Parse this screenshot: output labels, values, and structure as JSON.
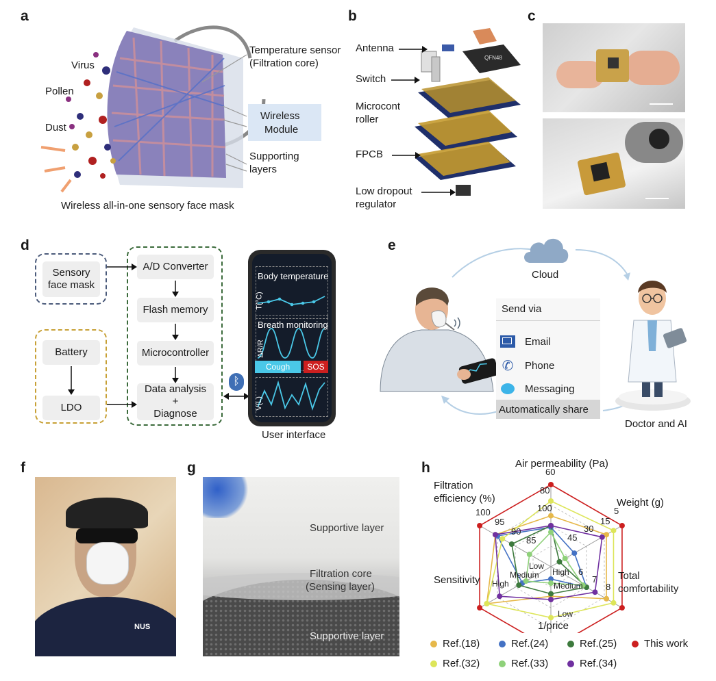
{
  "panels": {
    "a": "a",
    "b": "b",
    "c": "c",
    "d": "d",
    "e": "e",
    "f": "f",
    "g": "g",
    "h": "h"
  },
  "panel_a": {
    "virus": "Virus",
    "pollen": "Pollen",
    "dust": "Dust",
    "temperature_sensor": "Temperature sensor",
    "filtration_core": "(Filtration core)",
    "wireless": "Wireless",
    "module": "Module",
    "supporting": "Supporting",
    "layers": "layers",
    "caption": "Wireless all-in-one sensory face mask"
  },
  "panel_b": {
    "antenna": "Antenna",
    "switch": "Switch",
    "microcont": "Microcont",
    "roller": "roller",
    "fpcb": "FPCB",
    "low_dropout": "Low dropout",
    "regulator": "regulator",
    "chip_text": "QFN48"
  },
  "panel_d": {
    "sensory": "Sensory",
    "face_mask": "face mask",
    "battery": "Battery",
    "ldo": "LDO",
    "ad_converter": "A/D Converter",
    "flash_memory": "Flash memory",
    "microcontroller": "Microcontroller",
    "data_analysis": "Data analysis",
    "plus": "+",
    "diagnose": "Diagnose",
    "phone": {
      "body_temperature": "Body temperature",
      "temp_axis": "T(°C)",
      "breath_monitoring": "Breath monitoring",
      "breath_axis": "ΔR/R",
      "cough": "Cough",
      "sos": "SOS",
      "v_axis": "V(L)"
    },
    "user_interface": "User interface"
  },
  "panel_e": {
    "cloud": "Cloud",
    "send_via": "Send via",
    "email": "Email",
    "phone": "Phone",
    "messaging": "Messaging",
    "automatically_share": "Automatically share",
    "doctor_ai": "Doctor and AI"
  },
  "panel_f": {
    "badge": "NUS"
  },
  "panel_g": {
    "supportive_top": "Supportive layer",
    "filtration_core": "Filtration core",
    "sensing_layer": "(Sensing layer)",
    "supportive_bottom": "Supportive layer"
  },
  "chart_data": {
    "type": "radar",
    "axes": [
      {
        "name": "Air permeability (Pa)",
        "ticks": [
          "60",
          "80",
          "100"
        ]
      },
      {
        "name": "Weight (g)",
        "ticks": [
          "5",
          "15",
          "30",
          "45"
        ]
      },
      {
        "name": "Total comfortability",
        "ticks": [
          "8",
          "7",
          "6"
        ]
      },
      {
        "name": "1/price",
        "ticks": [
          "Low",
          "Medium",
          "High"
        ]
      },
      {
        "name": "Sensitivity",
        "ticks": [
          "High",
          "Medium",
          "Low"
        ]
      },
      {
        "name": "Filtration efficiency (%)",
        "ticks": [
          "100",
          "95",
          "90",
          "85"
        ]
      }
    ],
    "axis_label_lines": {
      "air": "Air permeability (Pa)",
      "weight": "Weight (g)",
      "comfort_1": "Total",
      "comfort_2": "comfortability",
      "price": "1/price",
      "sensitivity": "Sensitivity",
      "filtration_1": "Filtration",
      "filtration_2": "efficiency (%)"
    },
    "tick_labels": {
      "air": [
        "60",
        "80",
        "100"
      ],
      "weight": [
        "5",
        "15",
        "30",
        "45"
      ],
      "comfort": [
        "8",
        "7",
        "6"
      ],
      "price": [
        "Low",
        "Medium",
        "High"
      ],
      "filtration": [
        "100",
        "95",
        "90",
        "85"
      ]
    },
    "rlim": [
      0,
      1
    ],
    "series": [
      {
        "name": "Ref.(18)",
        "color": "#e6b84a",
        "values": [
          0.62,
          0.78,
          0.78,
          0.36,
          0.9,
          0.78
        ]
      },
      {
        "name": "Ref.(24)",
        "color": "#4472c4",
        "values": [
          0.48,
          0.33,
          0.5,
          0.15,
          0.4,
          0.75
        ]
      },
      {
        "name": "Ref.(25)",
        "color": "#3d7a3d",
        "values": [
          0.5,
          0.12,
          0.5,
          0.33,
          0.45,
          0.55
        ]
      },
      {
        "name": "This work",
        "color": "#cc1f1f",
        "values": [
          1.0,
          1.0,
          1.0,
          1.0,
          1.0,
          1.0
        ]
      },
      {
        "name": "Ref.(32)",
        "color": "#dde55a",
        "values": [
          0.8,
          0.88,
          0.88,
          0.62,
          0.9,
          0.68
        ]
      },
      {
        "name": "Ref.(33)",
        "color": "#8fd17a",
        "values": [
          0.42,
          0.2,
          0.45,
          0.2,
          0.35,
          0.3
        ]
      },
      {
        "name": "Ref.(34)",
        "color": "#7030a0",
        "values": [
          0.5,
          0.72,
          0.62,
          0.4,
          0.72,
          0.78
        ]
      }
    ],
    "grid": true,
    "legend": "bottom"
  }
}
